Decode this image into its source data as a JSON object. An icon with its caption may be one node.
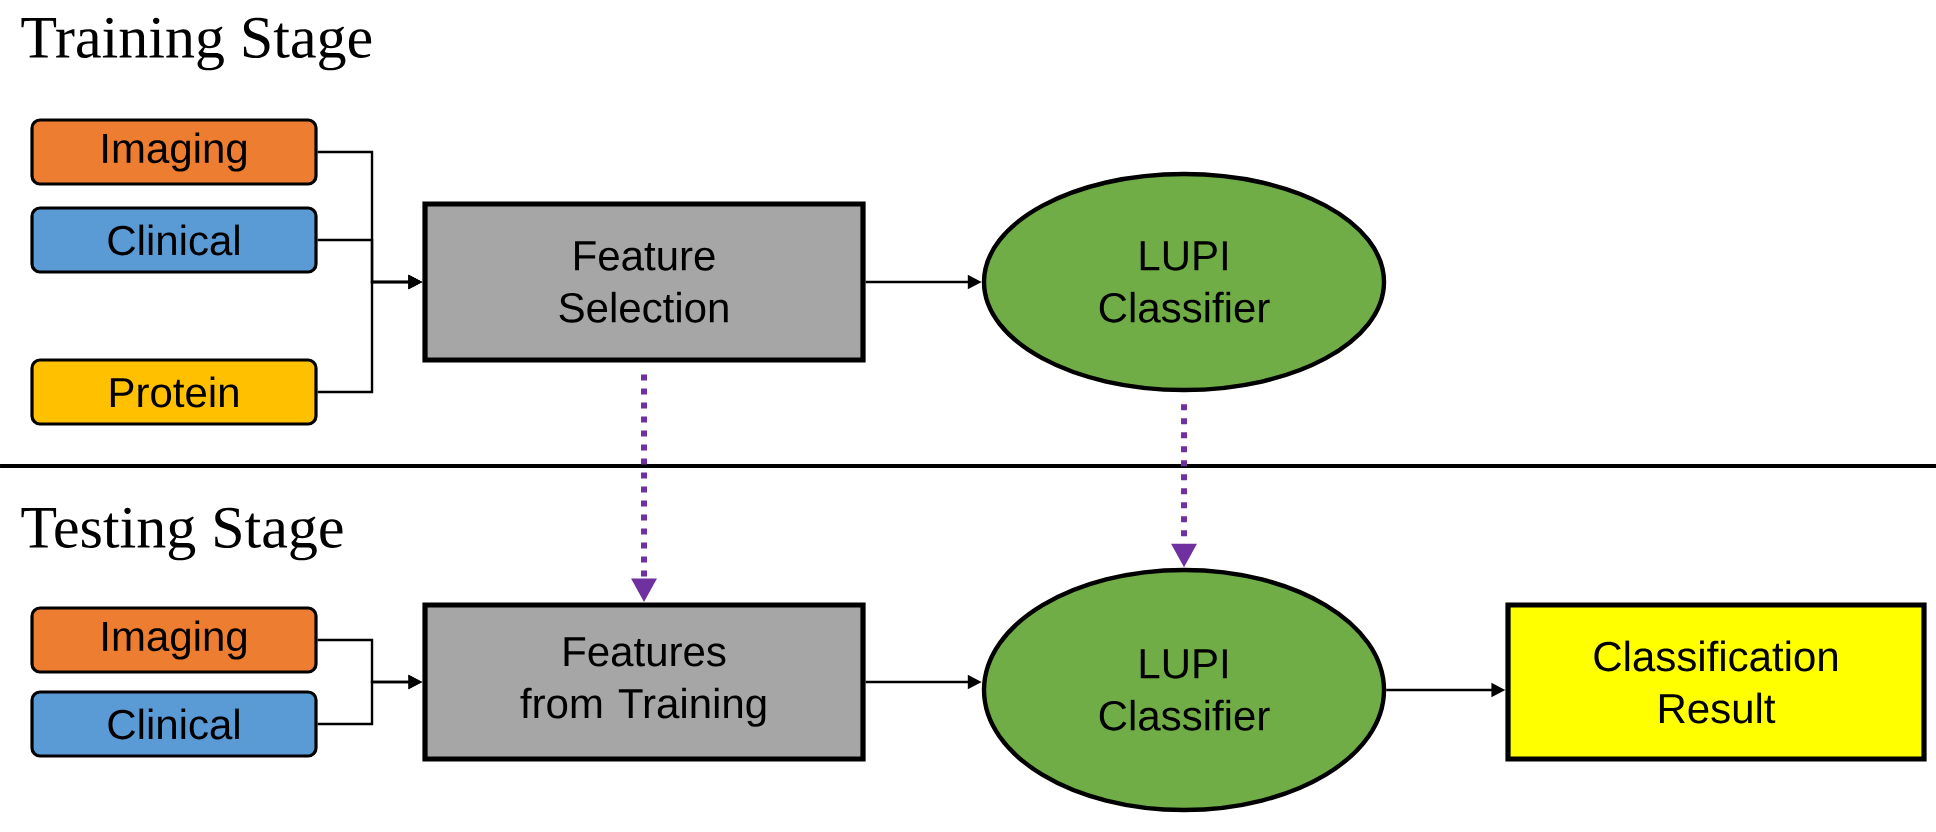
{
  "diagram": {
    "nodes": [
      {
        "text": [
          "Imaging"
        ]
      },
      {
        "text": [
          "Clinical"
        ]
      },
      {
        "text": [
          "Protein"
        ]
      },
      {
        "text": [
          "Feature Selection"
        ]
      },
      {
        "text": [
          "LUPI Classifier"
        ]
      },
      {
        "text": [
          "Imaging"
        ]
      },
      {
        "text": [
          "Clinical"
        ]
      },
      {
        "text": [
          "Features from Training"
        ]
      },
      {
        "text": [
          "LUPI Classifier"
        ]
      },
      {
        "text": [
          "Classification Result"
        ]
      }
    ],
    "edges": [
      {
        "from": 0,
        "to": 3,
        "arrow": "to"
      },
      {
        "from": 1,
        "to": 3,
        "arrow": "to"
      },
      {
        "from": 2,
        "to": 3,
        "arrow": "to"
      },
      {
        "from": 3,
        "to": 4,
        "arrow": "to"
      },
      {
        "from": 3,
        "to": 7,
        "arrow": "to",
        "style": "dashed",
        "color": "#7030a0"
      },
      {
        "from": 4,
        "to": 8,
        "arrow": "to",
        "style": "dashed",
        "color": "#7030a0"
      },
      {
        "from": 5,
        "to": 7,
        "arrow": "to"
      },
      {
        "from": 6,
        "to": 7,
        "arrow": "to"
      },
      {
        "from": 7,
        "to": 8,
        "arrow": "to"
      },
      {
        "from": 8,
        "to": 9,
        "arrow": "to"
      }
    ],
    "labels": [
      "Training Stage",
      "Testing Stage"
    ]
  }
}
